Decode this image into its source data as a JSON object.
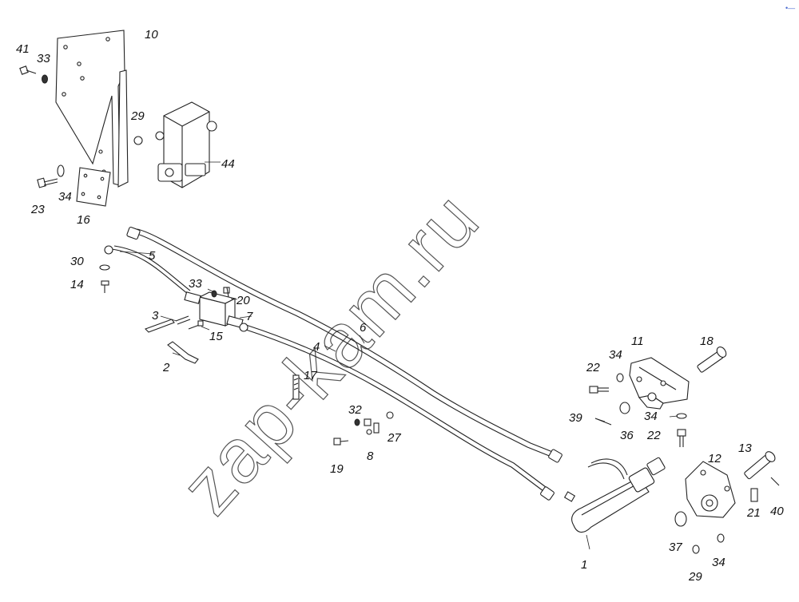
{
  "watermark": "zap-kam.ru",
  "corner_mark": "•—",
  "callouts": {
    "c1": "1",
    "c2": "2",
    "c3": "3",
    "c4": "4",
    "c5": "5",
    "c6": "6",
    "c7": "7",
    "c8": "8",
    "c10": "10",
    "c11": "11",
    "c12": "12",
    "c13": "13",
    "c14": "14",
    "c15": "15",
    "c16": "16",
    "c17": "17",
    "c18": "18",
    "c19": "19",
    "c20": "20",
    "c21": "21",
    "c22a": "22",
    "c22b": "22",
    "c23": "23",
    "c27": "27",
    "c29a": "29",
    "c29b": "29",
    "c30": "30",
    "c32": "32",
    "c33a": "33",
    "c33b": "33",
    "c34a": "34",
    "c34b": "34",
    "c34c": "34",
    "c34d": "34",
    "c36": "36",
    "c37": "37",
    "c39": "39",
    "c40": "40",
    "c41": "41",
    "c44": "44"
  }
}
